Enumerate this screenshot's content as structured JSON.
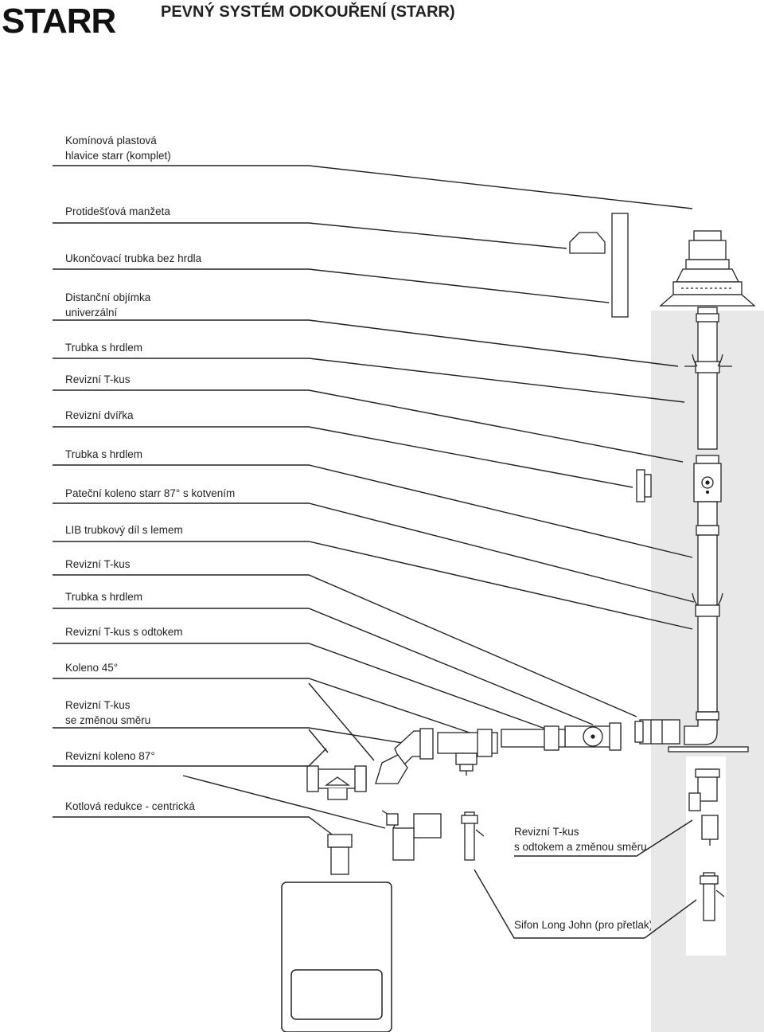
{
  "header": {
    "brand": "STARR",
    "title": "PEVNÝ SYSTÉM ODKOUŘENÍ (STARR)"
  },
  "labels": {
    "hlavice": [
      "Komínová plastová",
      "hlavice starr (komplet)"
    ],
    "manzeta": "Protidešťová manžeta",
    "ukoncovaci": "Ukončovací trubka bez hrdla",
    "distancni": [
      "Distanční objímka",
      "univerzální"
    ],
    "trubka1": "Trubka s hrdlem",
    "revizni_t1": "Revizní T-kus",
    "dvirka": "Revizní dvířka",
    "trubka2": "Trubka s hrdlem",
    "patecni": "Pateční koleno starr 87° s kotvením",
    "lib": "LIB trubkový díl s lemem",
    "revizni_t2": "Revizní T-kus",
    "trubka3": "Trubka s hrdlem",
    "revizni_odtok": "Revizní T-kus s odtokem",
    "koleno45": "Koleno 45°",
    "revizni_smer": [
      "Revizní T-kus",
      "se změnou směru"
    ],
    "koleno87": "Revizní koleno 87°",
    "kotlova": "Kotlová redukce - centrická",
    "revizni_odtok_smer": [
      "Revizní T-kus",
      "s odtokem a změnou směru"
    ],
    "sifon": "Sifon Long John (pro přetlak)"
  }
}
